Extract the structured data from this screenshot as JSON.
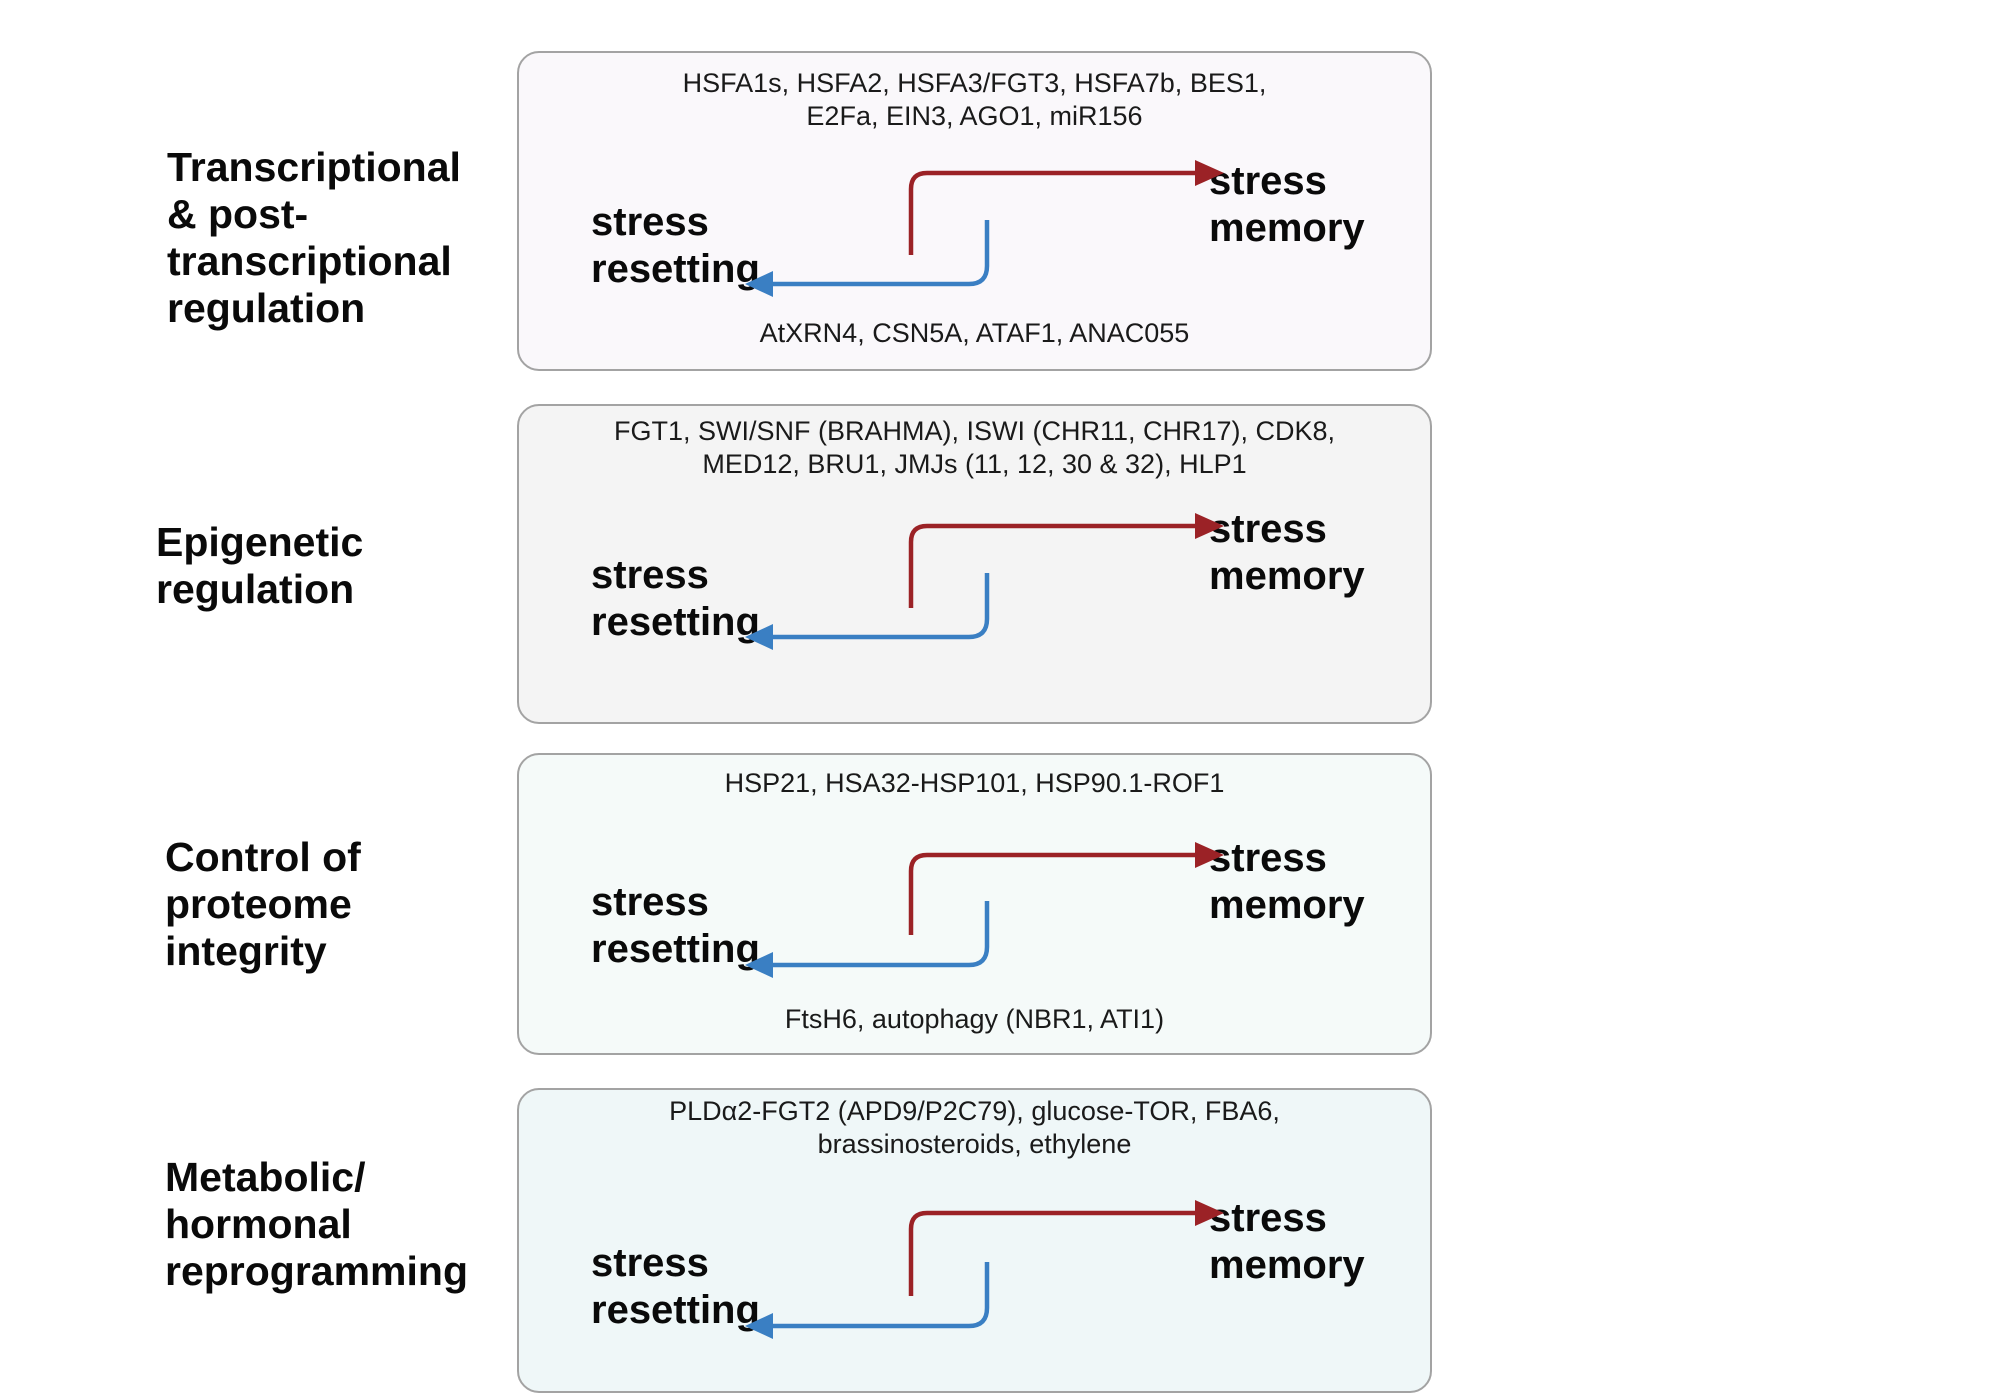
{
  "rows": [
    {
      "label": "Transcriptional\n& post-\ntranscriptional\nregulation",
      "panel_color": "#faf8fb",
      "top_genes": "HSFA1s, HSFA2, HSFA3/FGT3, HSFA7b, BES1,\nE2Fa, EIN3, AGO1, miR156",
      "bottom_genes": "AtXRN4, CSN5A, ATAF1, ANAC055",
      "memory_label": "stress\nmemory",
      "resetting_label": "stress\nresetting"
    },
    {
      "label": "Epigenetic\nregulation",
      "panel_color": "#f4f4f4",
      "top_genes": "FGT1, SWI/SNF (BRAHMA), ISWI (CHR11, CHR17), CDK8,\nMED12, BRU1, JMJs (11, 12, 30 & 32), HLP1",
      "bottom_genes": "",
      "memory_label": "stress\nmemory",
      "resetting_label": "stress\nresetting"
    },
    {
      "label": "Control of\nproteome\nintegrity",
      "panel_color": "#f5faf9",
      "top_genes": "HSP21, HSA32-HSP101, HSP90.1-ROF1",
      "bottom_genes": "FtsH6, autophagy (NBR1, ATI1)",
      "memory_label": "stress\nmemory",
      "resetting_label": "stress\nresetting"
    },
    {
      "label": "Metabolic/\nhormonal\nreprogramming",
      "panel_color": "#eff7f8",
      "top_genes": "PLDα2-FGT2 (APD9/P2C79), glucose-TOR, FBA6,\nbrassinosteroids, ethylene",
      "bottom_genes": "",
      "memory_label": "stress\nmemory",
      "resetting_label": "stress\nresetting"
    }
  ],
  "colors": {
    "memory_arrow": "#9b2226",
    "resetting_arrow": "#3a7fc3",
    "panel_border": "#a3a3a3"
  }
}
